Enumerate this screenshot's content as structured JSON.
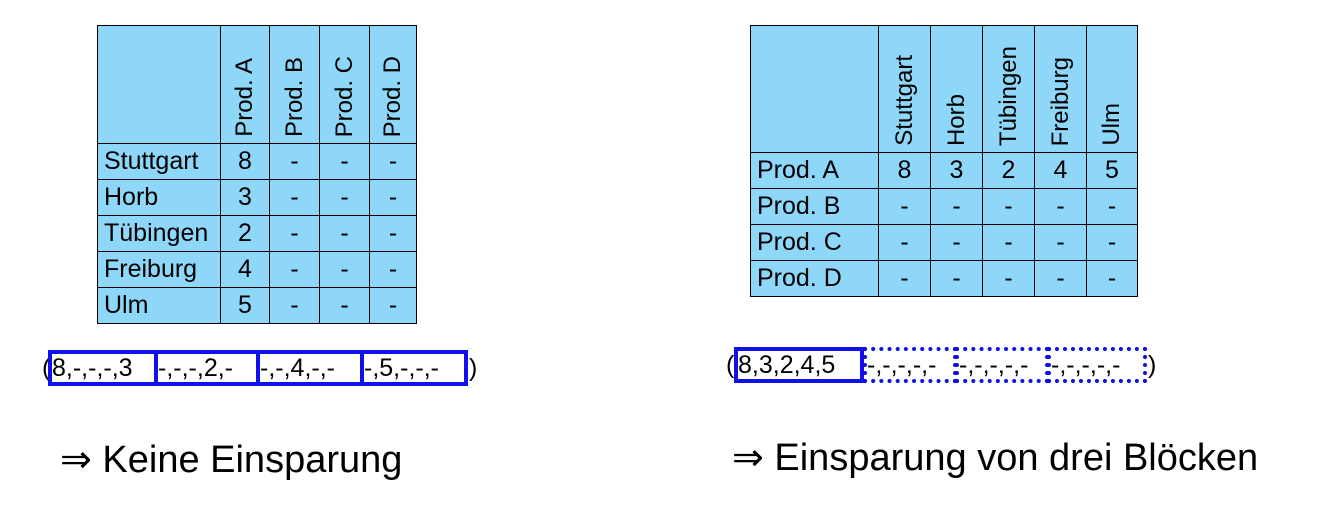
{
  "left": {
    "columns": [
      "Prod. A",
      "Prod. B",
      "Prod. C",
      "Prod. D"
    ],
    "rows": [
      {
        "label": "Stuttgart",
        "cells": [
          "8",
          "-",
          "-",
          "-"
        ]
      },
      {
        "label": "Horb",
        "cells": [
          "3",
          "-",
          "-",
          "-"
        ]
      },
      {
        "label": "Tübingen",
        "cells": [
          "2",
          "-",
          "-",
          "-"
        ]
      },
      {
        "label": "Freiburg",
        "cells": [
          "4",
          "-",
          "-",
          "-"
        ]
      },
      {
        "label": "Ulm",
        "cells": [
          "5",
          "-",
          "-",
          "-"
        ]
      }
    ],
    "tuple_open": "(",
    "blocks": [
      "8,-,-,-,3",
      "-,-,-,2,-",
      "-,-,4,-,-",
      "-,5,-,-,-"
    ],
    "tuple_close": ")",
    "conclusion": "⇒ Keine Einsparung"
  },
  "right": {
    "columns": [
      "Stuttgart",
      "Horb",
      "Tübingen",
      "Freiburg",
      "Ulm"
    ],
    "rows": [
      {
        "label": "Prod. A",
        "cells": [
          "8",
          "3",
          "2",
          "4",
          "5"
        ]
      },
      {
        "label": "Prod. B",
        "cells": [
          "-",
          "-",
          "-",
          "-",
          "-"
        ]
      },
      {
        "label": "Prod. C",
        "cells": [
          "-",
          "-",
          "-",
          "-",
          "-"
        ]
      },
      {
        "label": "Prod. D",
        "cells": [
          "-",
          "-",
          "-",
          "-",
          "-"
        ]
      }
    ],
    "tuple_open": "(",
    "blocks": [
      "8,3,2,4,5",
      "-,-,-,-,-",
      "-,-,-,-,-",
      "-,-,-,-,-"
    ],
    "block_styles": [
      "solid",
      "dotted",
      "dotted",
      "dotted"
    ],
    "tuple_close": ")",
    "conclusion": "⇒ Einsparung von drei Blöcken"
  },
  "colors": {
    "cell_bg": "#8fd7f9",
    "block_border": "#1010e8"
  }
}
